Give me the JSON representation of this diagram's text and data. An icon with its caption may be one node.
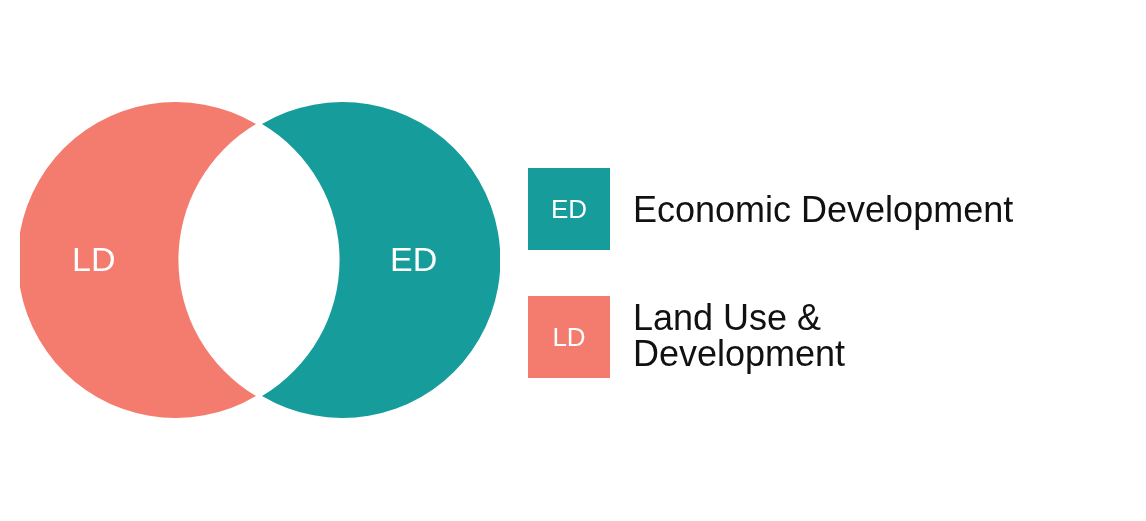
{
  "diagram": {
    "nodes": [
      {
        "text": [
          "LD"
        ]
      },
      {
        "text": [
          "ED"
        ]
      }
    ],
    "labels": [
      "ED",
      "LD"
    ],
    "legend": [
      {
        "text": "Economic Development",
        "color": "#179c9c"
      },
      {
        "text": "Land Use & Development",
        "color": "#f47c6e"
      }
    ]
  }
}
